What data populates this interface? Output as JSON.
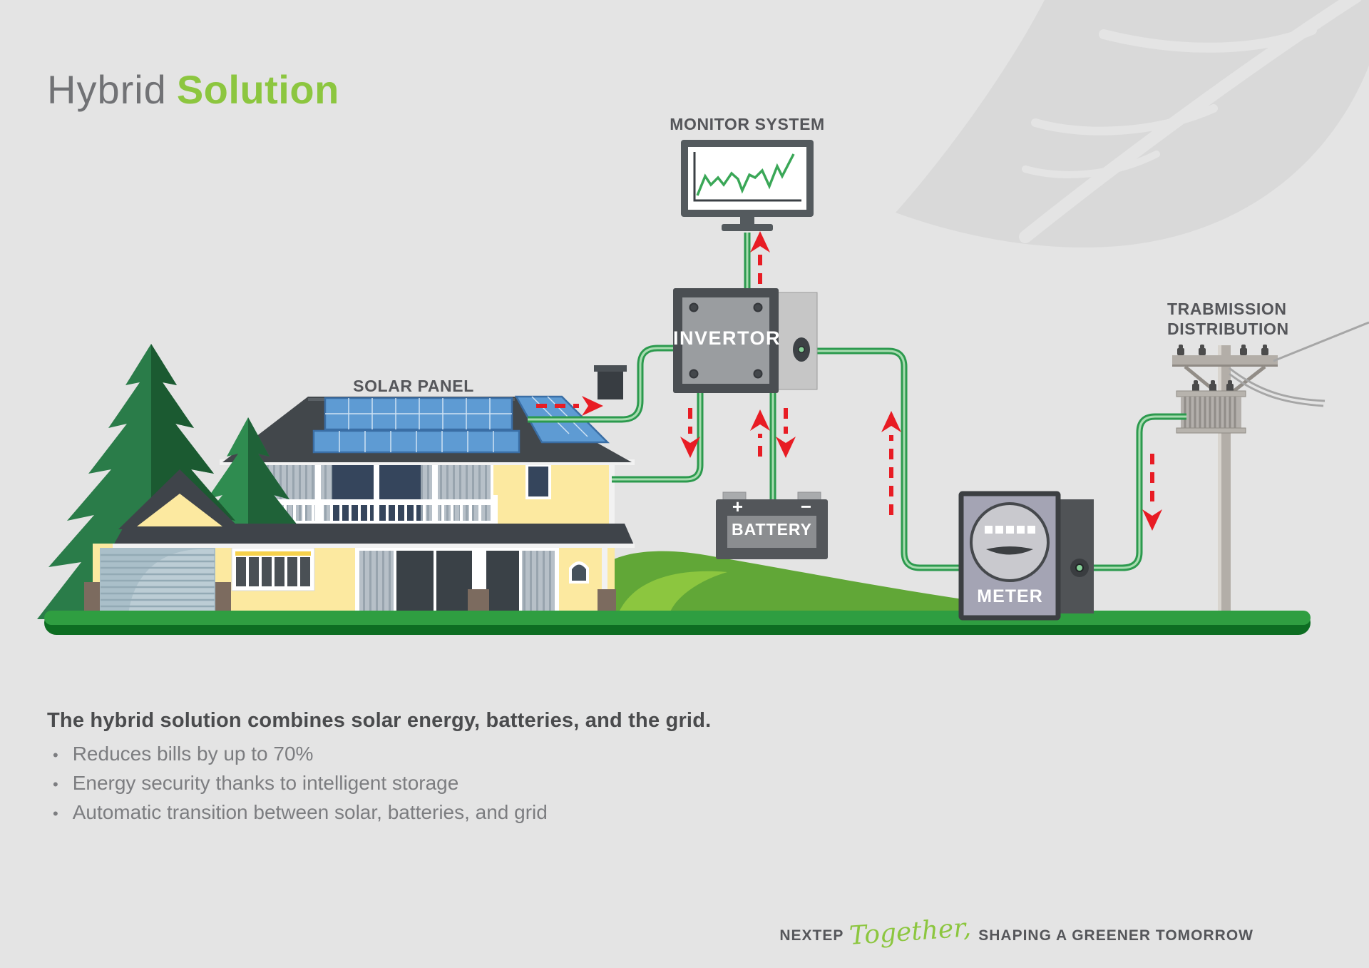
{
  "title": {
    "light": "Hybrid",
    "accent": "Solution"
  },
  "diagram": {
    "labels": {
      "monitor": "MONITOR SYSTEM",
      "solar": "SOLAR PANEL",
      "transmission_line1": "TRABMISSION",
      "transmission_line2": "DISTRIBUTION",
      "inverter": "INVERTOR",
      "battery": "BATTERY",
      "battery_plus": "+",
      "battery_minus": "−",
      "meter": "METER"
    }
  },
  "description": {
    "heading": "The hybrid solution combines solar energy, batteries, and the grid.",
    "bullets": [
      "Reduces bills by up to 70%",
      "Energy security thanks to intelligent storage",
      "Automatic transition between solar, batteries, and grid"
    ]
  },
  "footer": {
    "brand": "NEXTEP",
    "script": "Together,",
    "tagline": "SHAPING A GREENER TOMORROW"
  },
  "colors": {
    "background": "#e4e4e4",
    "accent_green": "#8cc63f",
    "wire_green": "#2c9a4e",
    "arrow_red": "#e81c24",
    "ground_green": "#2f9e41",
    "ground_dark": "#0d6d22",
    "roof_gray": "#3f444a",
    "wall_yellow": "#fce9a0",
    "solar_blue": "#5e9bd3",
    "label_gray": "#55565a"
  }
}
